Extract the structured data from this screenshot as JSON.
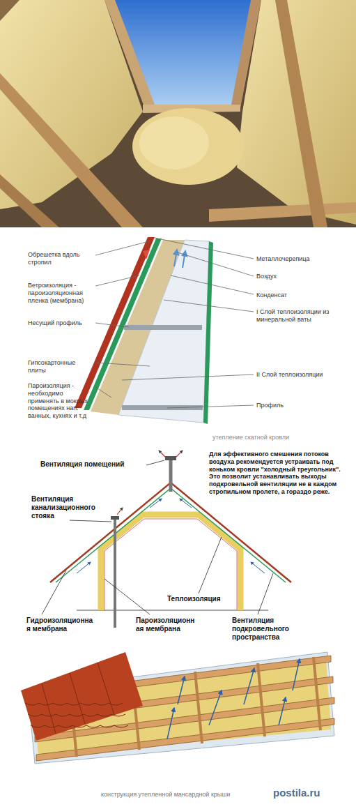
{
  "diagram": {
    "caption": "конструкция утепленной мансардной крыши",
    "labels": [
      "Обрешетка вдоль стропил",
      "Металлочерепица",
      "Воздух",
      "Ветроизоляция - пароизоляционная пленка (мембрана)",
      "Конденсат",
      "I Слой теплоизоляции из минеральной ваты",
      "Несущий профиль",
      "Гипсокартонные плиты",
      "II Слой теплоизоляции",
      "Пароизоляция - необходимо применять в мокрых помещениях нап: ванных, кухнях и т.д",
      "Профиль",
      "утепление скатной кровли",
      "Вентиляция помещений",
      "Для эффективного смешения потоков воздуха рекомендуется устраивать под коньком кровли \"холодный треугольник\". Это позволит устанавливать выходы подкровельной вентиляции не в каждом стропильном пролете, а гораздо реже.",
      "Вентиляция канализационного стояка",
      "Теплоизоляция",
      "Гидроизоляционна я мембрана",
      "Пароизоляционн ая мембрана",
      "Вентиляция подкровельного пространства",
      "postila.ru"
    ]
  }
}
